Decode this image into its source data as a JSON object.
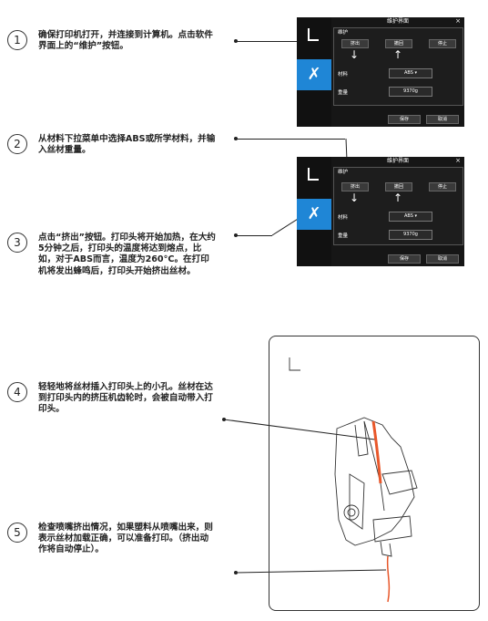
{
  "steps": [
    {
      "num": "1",
      "text": "确保打印机打开，并连接到计算机。点击软件界面上的“维护”按钮。"
    },
    {
      "num": "2",
      "text": "从材料下拉菜单中选择ABS或所学材料，并输入丝材重量。"
    },
    {
      "num": "3",
      "text": "点击“挤出”按钮。打印头将开始加热，在大约5分钟之后，打印头的温度将达到熔点，比如，对于ABS而言，温度为260°C。在打印机将发出蜂鸣后，打印头开始挤出丝材。"
    },
    {
      "num": "4",
      "text": "轻轻地将丝材插入打印头上的小孔。丝材在达到打印头内的挤压机齿轮时，会被自动带入打印头。"
    },
    {
      "num": "5",
      "text": "检查喷嘴挤出情况，如果塑料从喷嘴出来，则表示丝材加载正确，可以准备打印。（挤出动作将自动停止）。"
    }
  ],
  "dialog": {
    "title": "维护界面",
    "close": "×",
    "section": "维护",
    "extrude": "挤出",
    "withdraw": "撤回",
    "stop": "停止",
    "material_label": "材料",
    "material_value": "ABS",
    "dropdown": "▾",
    "weight_label": "重量",
    "weight_value": "9370g",
    "save": "保存",
    "cancel": "取消",
    "down_arrow": "↓",
    "up_arrow": "↑"
  },
  "icons": {
    "tool": "✗"
  },
  "colors": {
    "accent": "#1f86d6",
    "filament": "#e8572a"
  }
}
